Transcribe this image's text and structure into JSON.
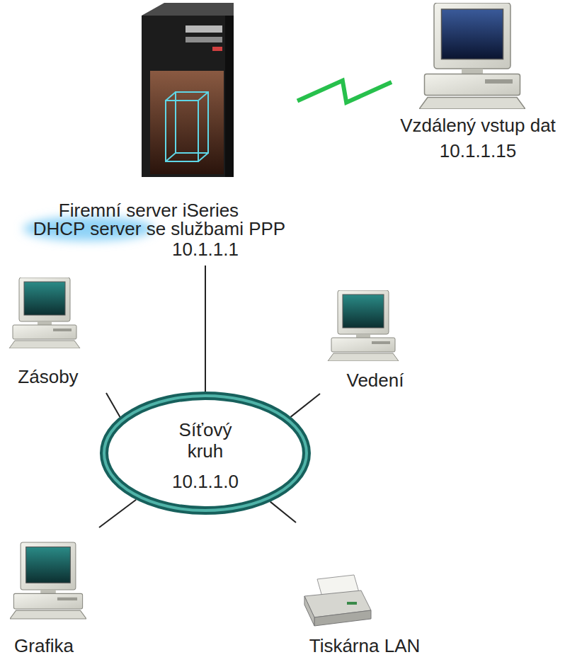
{
  "diagram": {
    "nodes": [
      {
        "text": [
          "Firemní server iSeries",
          "DHCP server se službami PPP",
          "10.1.1.1"
        ]
      },
      {
        "text": [
          "Vzdálený vstup dat",
          "10.1.1.15"
        ]
      },
      {
        "text": [
          "Zásoby"
        ]
      },
      {
        "text": [
          "Síťový kruh",
          "10.1.1.0"
        ]
      },
      {
        "text": [
          "Vedení"
        ]
      },
      {
        "text": [
          "Grafika"
        ]
      },
      {
        "text": [
          "Tiskárna LAN"
        ]
      }
    ],
    "edges": [
      {
        "from": 0,
        "to": 1,
        "arrow": "none"
      },
      {
        "from": 0,
        "to": 3,
        "arrow": "none"
      },
      {
        "from": 2,
        "to": 3,
        "arrow": "none"
      },
      {
        "from": 4,
        "to": 3,
        "arrow": "none"
      },
      {
        "from": 5,
        "to": 3,
        "arrow": "none"
      },
      {
        "from": 6,
        "to": 3,
        "arrow": "none"
      }
    ]
  }
}
